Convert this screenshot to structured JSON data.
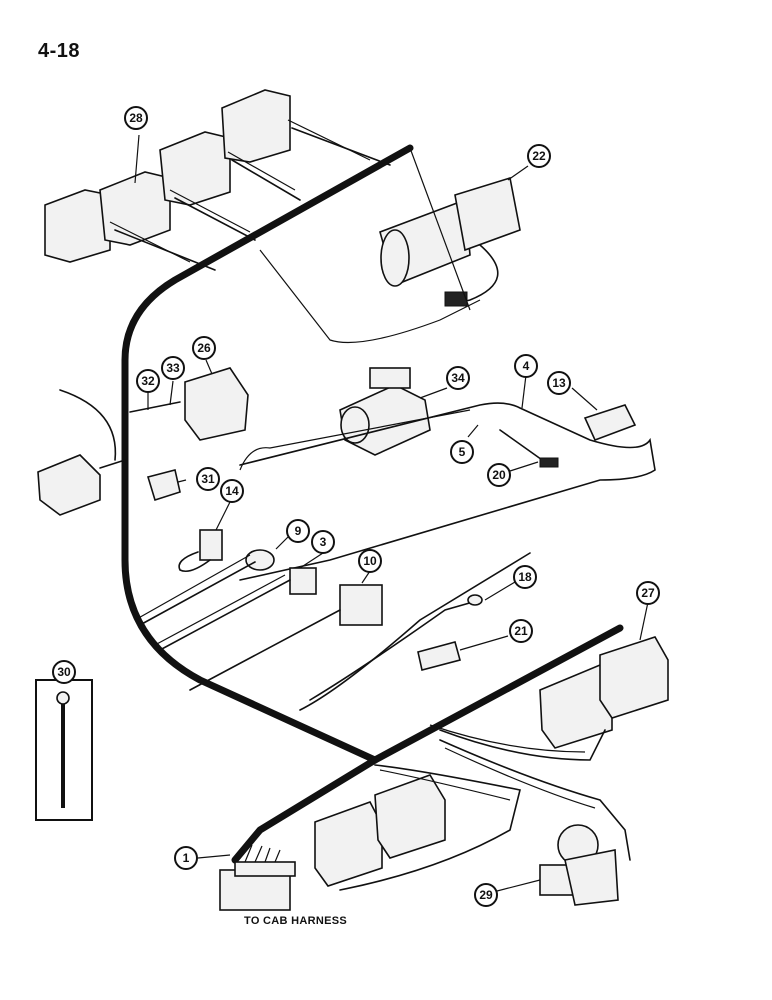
{
  "page": {
    "number": "4-18",
    "footer_note": "TO CAB HARNESS"
  },
  "callouts": [
    {
      "id": "c1",
      "label": "1"
    },
    {
      "id": "c3",
      "label": "3"
    },
    {
      "id": "c4",
      "label": "4"
    },
    {
      "id": "c5",
      "label": "5"
    },
    {
      "id": "c9",
      "label": "9"
    },
    {
      "id": "c10",
      "label": "10"
    },
    {
      "id": "c13",
      "label": "13"
    },
    {
      "id": "c14",
      "label": "14"
    },
    {
      "id": "c18",
      "label": "18"
    },
    {
      "id": "c20",
      "label": "20"
    },
    {
      "id": "c21",
      "label": "21"
    },
    {
      "id": "c22",
      "label": "22"
    },
    {
      "id": "c26",
      "label": "26"
    },
    {
      "id": "c27",
      "label": "27"
    },
    {
      "id": "c28",
      "label": "28"
    },
    {
      "id": "c29",
      "label": "29"
    },
    {
      "id": "c30",
      "label": "30"
    },
    {
      "id": "c31",
      "label": "31"
    },
    {
      "id": "c32",
      "label": "32"
    },
    {
      "id": "c33",
      "label": "33"
    },
    {
      "id": "c34",
      "label": "34"
    }
  ]
}
